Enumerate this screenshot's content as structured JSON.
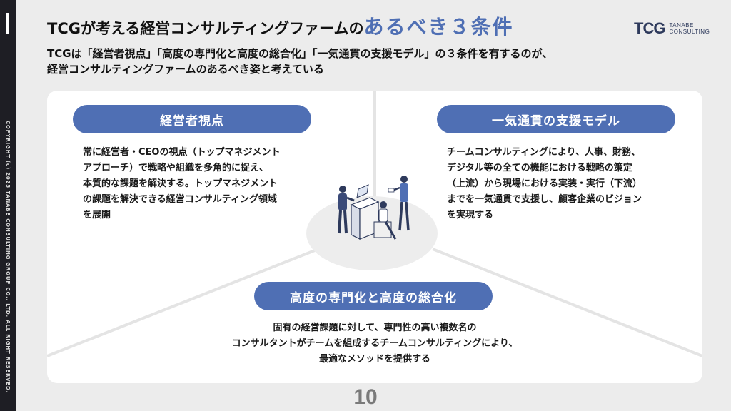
{
  "sidebar": {
    "copyright": "COPYRIGHT (c) 2025 TANABE CONSULTING GROUP CO., LTD. ALL RIGHT RESERVED."
  },
  "header": {
    "title_main": "TCGが考える経営コンサルティングファームの",
    "title_accent": "あるべき３条件",
    "logo_mark": "TCG",
    "logo_line1": "TANABE",
    "logo_line2": "CONSULTING"
  },
  "subtitle": {
    "line1": "TCGは「経営者視点」「高度の専門化と高度の総合化」「一気通貫の支援モデル」の３条件を有するのが、",
    "line2": "経営コンサルティングファームのあるべき姿と考えている"
  },
  "conditions": [
    {
      "label": "経営者視点",
      "lines": [
        "常に経営者・CEOの視点（トップマネジメント",
        "アプローチ）で戦略や組織を多角的に捉え、",
        "本質的な課題を解決する。トップマネジメント",
        "の課題を解決できる経営コンサルティング領域",
        "を展開"
      ]
    },
    {
      "label": "一気通貫の支援モデル",
      "lines": [
        "チームコンサルティングにより、人事、財務、",
        "デジタル等の全ての機能における戦略の策定",
        "（上流）から現場における実装・実行（下流）",
        "までを一気通貫で支援し、顧客企業のビジョン",
        "を実現する"
      ]
    },
    {
      "label": "高度の専門化と高度の総合化",
      "lines": [
        "固有の経営課題に対して、専門性の高い複数名の",
        "コンサルタントがチームを組成するチームコンサルティングにより、",
        "最適なメソッドを提供する"
      ]
    }
  ],
  "page_number": "10",
  "colors": {
    "accent": "#4f6fb4",
    "sidebar": "#1e1e24",
    "background": "#ececec"
  }
}
